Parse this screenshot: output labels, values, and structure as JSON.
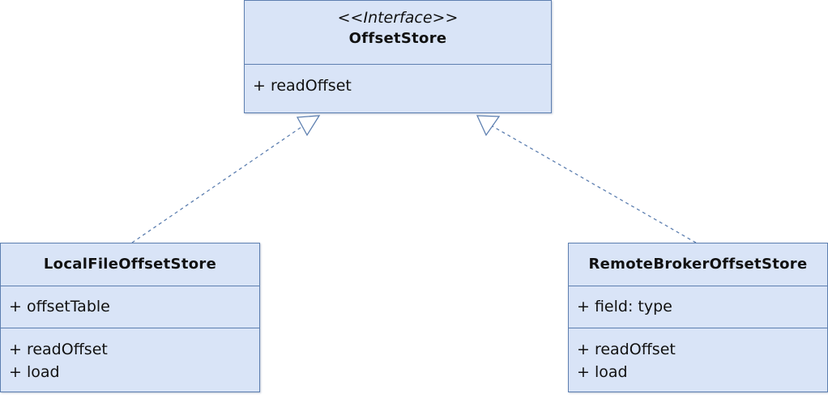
{
  "diagram": {
    "classes": {
      "offset_store": {
        "stereotype": "<<Interface>>",
        "name": "OffsetStore",
        "operations": [
          "+ readOffset"
        ]
      },
      "local_file_offset_store": {
        "name": "LocalFileOffsetStore",
        "attributes": [
          "+ offsetTable"
        ],
        "operations": [
          "+ readOffset",
          "+ load"
        ]
      },
      "remote_broker_offset_store": {
        "name": "RemoteBrokerOffsetStore",
        "attributes": [
          "+ field: type"
        ],
        "operations": [
          "+ readOffset",
          "+ load"
        ]
      }
    },
    "relations": [
      {
        "from": "LocalFileOffsetStore",
        "to": "OffsetStore",
        "type": "realization"
      },
      {
        "from": "RemoteBrokerOffsetStore",
        "to": "OffsetStore",
        "type": "realization"
      }
    ],
    "colors": {
      "class_fill": "#d9e4f7",
      "class_border": "#5d7fb0",
      "edge": "#5d7fb0"
    }
  }
}
